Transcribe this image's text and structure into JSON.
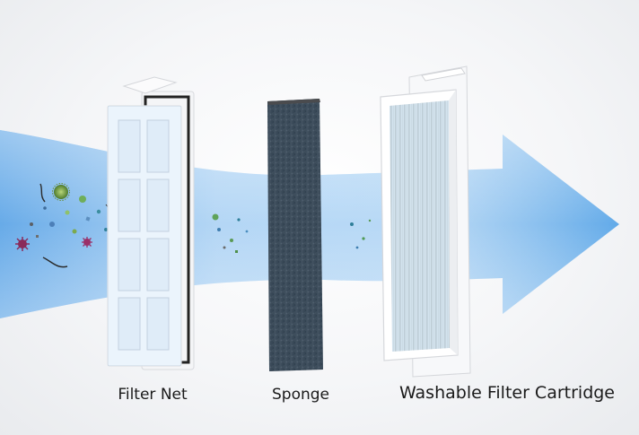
{
  "labels": {
    "filter_net": "Filter Net",
    "sponge": "Sponge",
    "cartridge": "Washable Filter Cartridge"
  },
  "colors": {
    "airflow_blue": "#5aa6e8",
    "sponge_dark": "#2b2c2e",
    "frame_white": "#ffffff",
    "pleat_tan": "#e9e2c9",
    "text": "#1a1a1a"
  }
}
